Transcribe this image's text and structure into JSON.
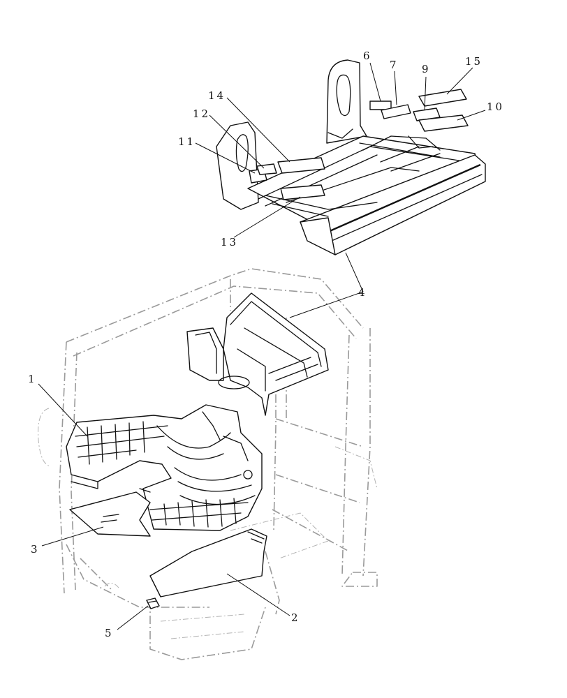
{
  "callouts": [
    {
      "id": "1",
      "label": "1"
    },
    {
      "id": "2",
      "label": "2"
    },
    {
      "id": "3",
      "label": "3"
    },
    {
      "id": "4",
      "label": "4"
    },
    {
      "id": "5",
      "label": "5"
    },
    {
      "id": "6",
      "label": "6"
    },
    {
      "id": "7",
      "label": "7"
    },
    {
      "id": "9",
      "label": "9"
    },
    {
      "id": "10",
      "label": "10"
    },
    {
      "id": "11",
      "label": "11"
    },
    {
      "id": "12",
      "label": "12"
    },
    {
      "id": "13",
      "label": "13"
    },
    {
      "id": "14",
      "label": "14"
    },
    {
      "id": "15",
      "label": "15"
    }
  ]
}
